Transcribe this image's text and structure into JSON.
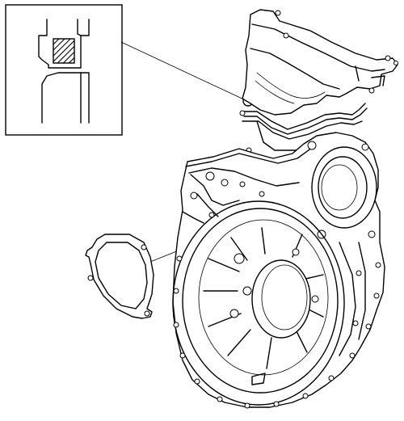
{
  "diagram": {
    "components": [
      "detail-inset",
      "top-cover",
      "cover-gasket",
      "flywheel-housing",
      "round-gasket"
    ]
  }
}
